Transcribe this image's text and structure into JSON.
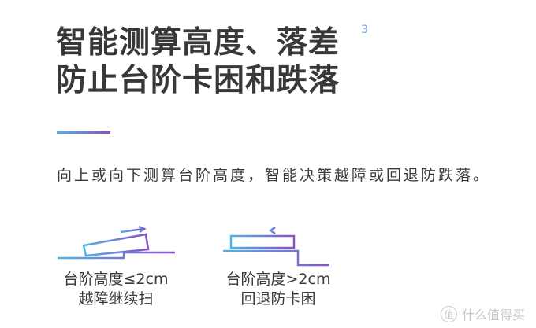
{
  "title": {
    "line1": "智能测算高度、落差",
    "line2": "防止台阶卡困和跌落",
    "footnote": "3"
  },
  "subtitle": "向上或向下测算台阶高度，智能决策越障或回退防跌落。",
  "diagrams": [
    {
      "line1": "台阶高度≤2cm",
      "line2": "越障继续扫"
    },
    {
      "line1": "台阶高度>2cm",
      "line2": "回退防卡困"
    }
  ],
  "watermark": {
    "badge": "值",
    "text": "什么值得买"
  },
  "colors": {
    "gradient_start": "#4db4ea",
    "gradient_end": "#8a4fc8"
  }
}
